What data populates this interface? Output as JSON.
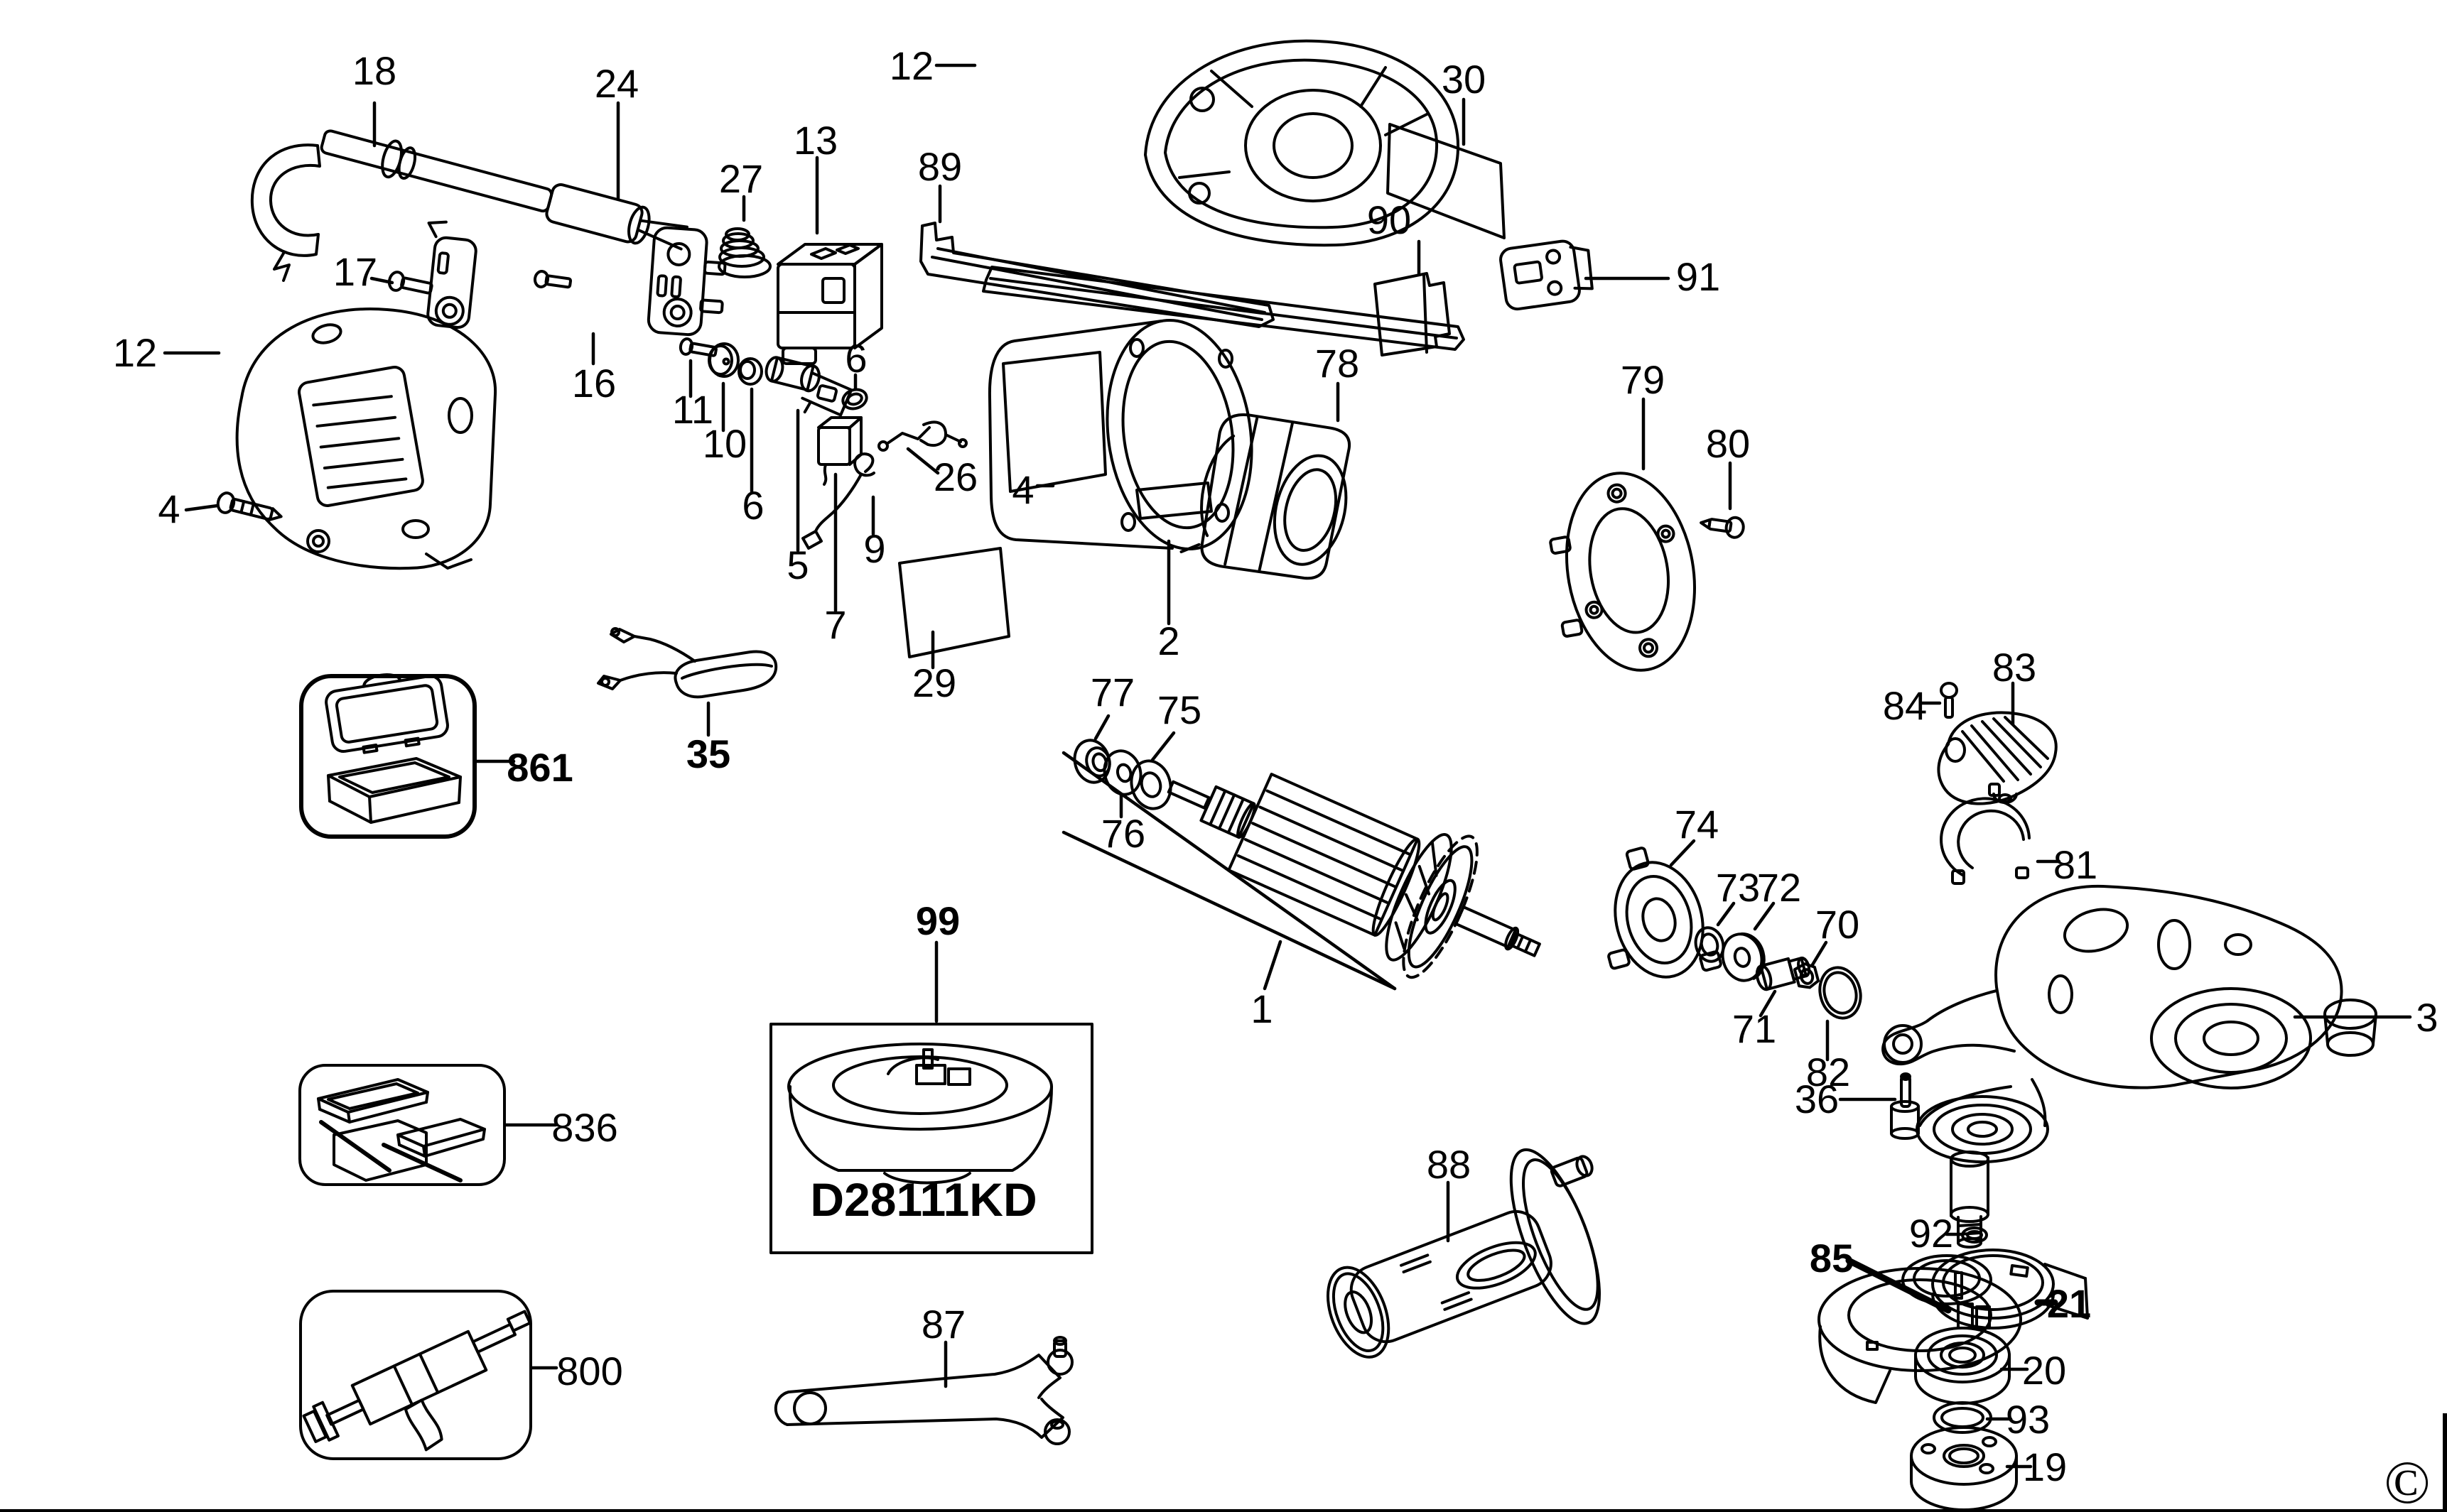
{
  "figure": {
    "title": "Angle grinder exploded parts diagram",
    "model_label": "D28111KD",
    "copyright_symbol": "©",
    "line_color": "#000000",
    "background_color": "#ffffff"
  },
  "callouts": [
    {
      "part": "side-handle",
      "text": "18"
    },
    {
      "part": "cord-protector",
      "text": "24"
    },
    {
      "part": "screw-17",
      "text": "17"
    },
    {
      "part": "cord-clamp",
      "text": "16"
    },
    {
      "part": "motor-cover-left",
      "text": "12"
    },
    {
      "part": "screw-4-left",
      "text": "4"
    },
    {
      "part": "spring-cone",
      "text": "27"
    },
    {
      "part": "switch",
      "text": "13"
    },
    {
      "part": "screw-11",
      "text": "11"
    },
    {
      "part": "button-disc",
      "text": "10"
    },
    {
      "part": "ring-6-left",
      "text": "6"
    },
    {
      "part": "spindle-lock",
      "text": "5"
    },
    {
      "part": "ring-6-right",
      "text": "6"
    },
    {
      "part": "brush-holder",
      "text": "7"
    },
    {
      "part": "brush-spring",
      "text": "9"
    },
    {
      "part": "lever-26",
      "text": "26"
    },
    {
      "part": "label-panel-29",
      "text": "29"
    },
    {
      "part": "motor-housing-top",
      "text": "12"
    },
    {
      "part": "brush-rail",
      "text": "89"
    },
    {
      "part": "label-panel-30",
      "text": "30"
    },
    {
      "part": "plate-90",
      "text": "90"
    },
    {
      "part": "module-91",
      "text": "91"
    },
    {
      "part": "field-case",
      "text": "2"
    },
    {
      "part": "screw-4-mid",
      "text": "4"
    },
    {
      "part": "field-stator",
      "text": "78"
    },
    {
      "part": "baffle-flange",
      "text": "79"
    },
    {
      "part": "screw-80",
      "text": "80"
    },
    {
      "part": "bearing-77",
      "text": "77"
    },
    {
      "part": "washer-75",
      "text": "75"
    },
    {
      "part": "washer-76",
      "text": "76"
    },
    {
      "part": "armature",
      "text": "1"
    },
    {
      "part": "fan-baffle",
      "text": "74"
    },
    {
      "part": "ring-73",
      "text": "73"
    },
    {
      "part": "washer-72",
      "text": "72"
    },
    {
      "part": "sleeve-71",
      "text": "71"
    },
    {
      "part": "nut-70",
      "text": "70"
    },
    {
      "part": "retaining-ring-82",
      "text": "82"
    },
    {
      "part": "screw-36",
      "text": "36"
    },
    {
      "part": "o-ring-92",
      "text": "92"
    },
    {
      "part": "gear-case",
      "text": "3"
    },
    {
      "part": "gear-case-cover",
      "text": "83"
    },
    {
      "part": "screw-84",
      "text": "84"
    },
    {
      "part": "wire-guard-81",
      "text": "81"
    },
    {
      "part": "wheel-guard",
      "text": "85"
    },
    {
      "part": "guard-clamp",
      "text": "21"
    },
    {
      "part": "bearing-flange-20",
      "text": "20"
    },
    {
      "part": "o-ring-93",
      "text": "93"
    },
    {
      "part": "clamp-nut-19",
      "text": "19"
    },
    {
      "part": "side-handle-grip",
      "text": "88"
    },
    {
      "part": "pin-wrench",
      "text": "87"
    },
    {
      "part": "guard-kit-99",
      "text": "99"
    },
    {
      "part": "kit-box-861",
      "text": "861"
    },
    {
      "part": "paddle-lever-35",
      "text": "35"
    },
    {
      "part": "tray-836",
      "text": "836"
    },
    {
      "part": "grease-kit-800",
      "text": "800"
    }
  ]
}
